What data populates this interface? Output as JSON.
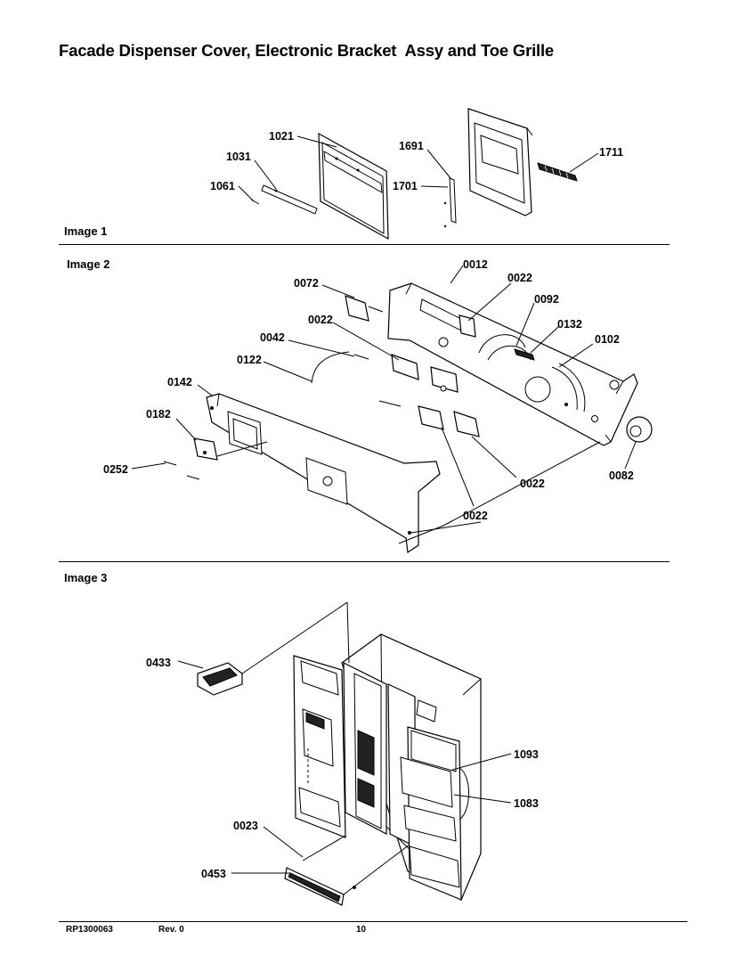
{
  "title": "Facade Dispenser Cover, Electronic Bracket  Assy and Toe Grille",
  "panels": [
    {
      "label": "Image 1"
    },
    {
      "label": "Image 2"
    },
    {
      "label": "Image 3"
    }
  ],
  "callouts": {
    "image1": [
      "1021",
      "1031",
      "1061",
      "1691",
      "1701",
      "1711"
    ],
    "image2": [
      "0012",
      "0072",
      "0022",
      "0092",
      "0022",
      "0132",
      "0042",
      "0102",
      "0122",
      "0142",
      "0182",
      "0252",
      "0022",
      "0082",
      "0022"
    ],
    "image3": [
      "0433",
      "1093",
      "1083",
      "0023",
      "0453"
    ]
  },
  "footer": {
    "doc_number": "RP1300063",
    "revision": "Rev. 0",
    "page": "10"
  }
}
